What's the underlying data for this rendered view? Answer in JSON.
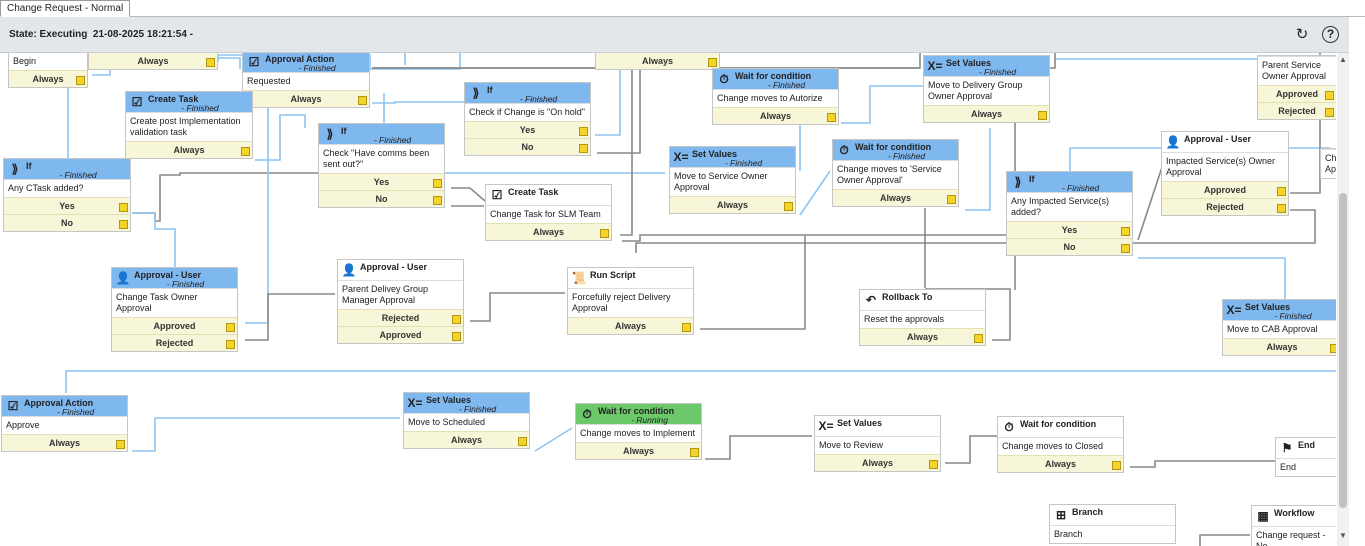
{
  "tab": {
    "label": "Change Request - Normal"
  },
  "status": {
    "state_label": "State: Executing",
    "timestamp": "21-08-2025 18:21:54 -"
  },
  "toolbar": {
    "refresh_icon": "refresh-icon",
    "help_icon": "help-icon"
  },
  "colors": {
    "finished_header": "#7fb7ef",
    "running_header": "#6cc969",
    "port": "#f7f6d8",
    "connector": "#8ec3f2",
    "connector_gray": "#888888"
  },
  "nodes": [
    {
      "id": "n1",
      "title": "",
      "status": "",
      "body": "Begin",
      "ports": [
        "Always"
      ],
      "icon": "begin-icon",
      "style": "plain"
    },
    {
      "id": "n2",
      "title": "",
      "status": "",
      "body": "",
      "ports": [
        "Always"
      ],
      "icon": "",
      "style": "plain"
    },
    {
      "id": "n3",
      "title": "Approval Action",
      "status": "- Finished",
      "body": "Requested",
      "ports": [
        "Always"
      ],
      "icon": "approval-action-icon",
      "style": "blue"
    },
    {
      "id": "n4",
      "title": "",
      "status": "",
      "body": "",
      "ports": [
        "Always"
      ],
      "icon": "",
      "style": "plain"
    },
    {
      "id": "n5",
      "title": "Wait for condition",
      "status": "- Finished",
      "body": "Change moves to Autorize",
      "ports": [
        "Always"
      ],
      "icon": "timer-icon",
      "style": "blue"
    },
    {
      "id": "n6",
      "title": "Set Values",
      "status": "- Finished",
      "body": "Move to Delivery Group Owner Approval",
      "ports": [
        "Always"
      ],
      "icon": "set-values-icon",
      "style": "blue"
    },
    {
      "id": "n7",
      "title": "",
      "status": "",
      "body": "Parent Service Owner Approval",
      "ports": [
        "Approved",
        "Rejected"
      ],
      "icon": "",
      "style": "plain"
    },
    {
      "id": "n8",
      "title": "Create Task",
      "status": "- Finished",
      "body": "Create post Implementation validation task",
      "ports": [
        "Always"
      ],
      "icon": "create-task-icon",
      "style": "blue"
    },
    {
      "id": "n9",
      "title": "If",
      "status": "- Finished",
      "body": "Check if Change is \"On hold\"",
      "ports": [
        "Yes",
        "No"
      ],
      "icon": "if-icon",
      "style": "blue"
    },
    {
      "id": "n10",
      "title": "If",
      "status": "- Finished",
      "body": "Check \"Have comms been sent out?\"",
      "ports": [
        "Yes",
        "No"
      ],
      "icon": "if-icon",
      "style": "blue"
    },
    {
      "id": "n11",
      "title": "If",
      "status": "- Finished",
      "body": "Any CTask added?",
      "ports": [
        "Yes",
        "No"
      ],
      "icon": "if-icon",
      "style": "blue"
    },
    {
      "id": "n12",
      "title": "Set Values",
      "status": "- Finished",
      "body": "Move to Service Owner Approval",
      "ports": [
        "Always"
      ],
      "icon": "set-values-icon",
      "style": "blue"
    },
    {
      "id": "n13",
      "title": "Wait for condition",
      "status": "- Finished",
      "body": "Change moves to 'Service Owner Approval'",
      "ports": [
        "Always"
      ],
      "icon": "timer-icon",
      "style": "blue"
    },
    {
      "id": "n14",
      "title": "Approval - User",
      "status": "",
      "body": "Impacted Service(s) Owner Approval",
      "ports": [
        "Approved",
        "Rejected"
      ],
      "icon": "user-icon",
      "style": "plain"
    },
    {
      "id": "n15",
      "title": "Create Task",
      "status": "",
      "body": "Change Task for SLM Team",
      "ports": [
        "Always"
      ],
      "icon": "create-task-icon",
      "style": "plain"
    },
    {
      "id": "n16",
      "title": "If",
      "status": "- Finished",
      "body": "Any Impacted Service(s) added?",
      "ports": [
        "Yes",
        "No"
      ],
      "icon": "if-icon",
      "style": "blue"
    },
    {
      "id": "n17",
      "title": "",
      "status": "",
      "body": "Ch Ap",
      "ports": [],
      "icon": "timer-icon",
      "style": "blue"
    },
    {
      "id": "n18",
      "title": "Approval - User",
      "status": "- Finished",
      "body": "Change Task Owner Approval",
      "ports": [
        "Approved",
        "Rejected"
      ],
      "icon": "user-icon",
      "style": "blue"
    },
    {
      "id": "n19",
      "title": "Approval - User",
      "status": "",
      "body": "Parent Delivey Group Manager Approval",
      "ports": [
        "Rejected",
        "Approved"
      ],
      "icon": "user-icon",
      "style": "plain"
    },
    {
      "id": "n20",
      "title": "Run Script",
      "status": "",
      "body": "Forcefully reject Delivery Approval",
      "ports": [
        "Always"
      ],
      "icon": "script-icon",
      "style": "plain"
    },
    {
      "id": "n21",
      "title": "Rollback To",
      "status": "",
      "body": "Reset the approvals",
      "ports": [
        "Always"
      ],
      "icon": "rollback-icon",
      "style": "plain"
    },
    {
      "id": "n22",
      "title": "Set Values",
      "status": "- Finished",
      "body": "Move to CAB Approval",
      "ports": [
        "Always"
      ],
      "icon": "set-values-icon",
      "style": "blue"
    },
    {
      "id": "n23",
      "title": "Approval Action",
      "status": "- Finished",
      "body": "Approve",
      "ports": [
        "Always"
      ],
      "icon": "approval-action-icon",
      "style": "blue"
    },
    {
      "id": "n24",
      "title": "Set Values",
      "status": "- Finished",
      "body": "Move to Scheduled",
      "ports": [
        "Always"
      ],
      "icon": "set-values-icon",
      "style": "blue"
    },
    {
      "id": "n25",
      "title": "Wait for condition",
      "status": "- Running",
      "body": "Change moves to Implement",
      "ports": [
        "Always"
      ],
      "icon": "timer-icon",
      "style": "green"
    },
    {
      "id": "n26",
      "title": "Set Values",
      "status": "",
      "body": "Move to Review",
      "ports": [
        "Always"
      ],
      "icon": "set-values-icon",
      "style": "plain"
    },
    {
      "id": "n27",
      "title": "Wait for condition",
      "status": "",
      "body": "Change moves to Closed",
      "ports": [
        "Always"
      ],
      "icon": "timer-icon",
      "style": "plain"
    },
    {
      "id": "n28",
      "title": "End",
      "status": "",
      "body": "End",
      "ports": [],
      "icon": "end-flag-icon",
      "style": "plain"
    },
    {
      "id": "n29",
      "title": "Branch",
      "status": "",
      "body": "Branch",
      "ports": [],
      "icon": "branch-icon",
      "style": "plain"
    },
    {
      "id": "n30",
      "title": "Workflow",
      "status": "",
      "body": "Change request - No",
      "ports": [],
      "icon": "workflow-icon",
      "style": "plain"
    }
  ]
}
